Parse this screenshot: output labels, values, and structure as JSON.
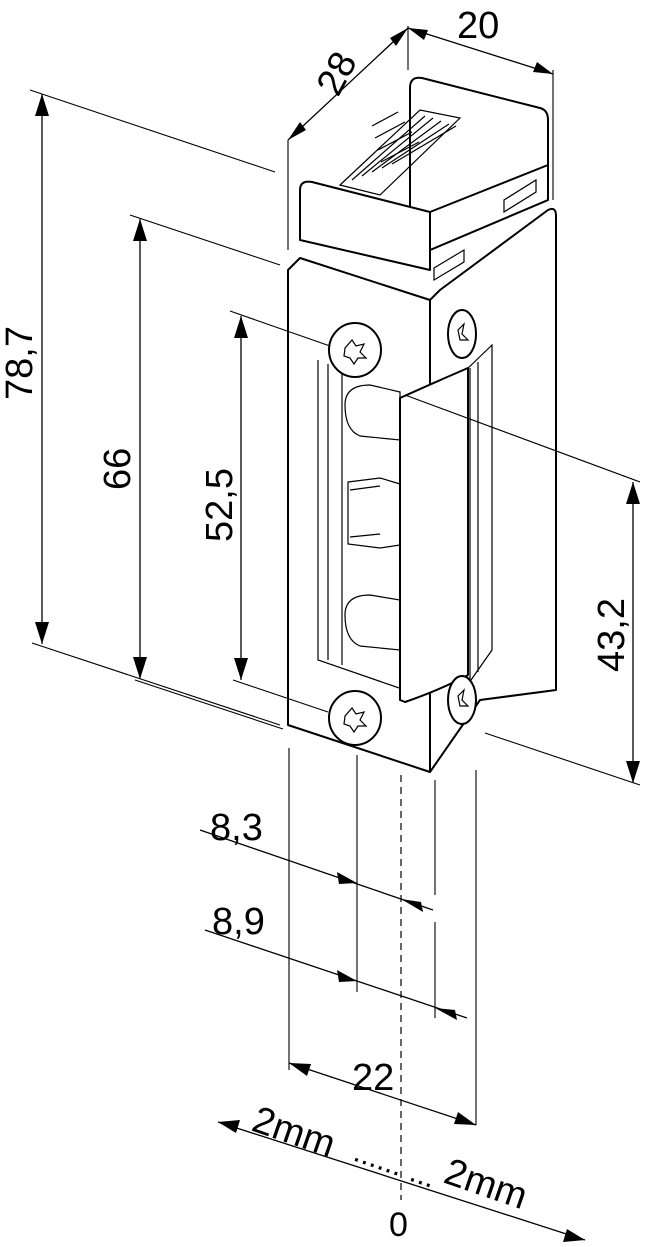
{
  "drawing": {
    "subject": "electric door strike, isometric view with dimensions",
    "units": "mm",
    "line_color": "#000000",
    "background": "#ffffff"
  },
  "dimensions": {
    "depth": "28",
    "width_top": "20",
    "height_total": "78,7",
    "height_faceplate": "66",
    "screw_spacing": "52,5",
    "latch_height": "43,2",
    "offset_a": "8,3",
    "offset_b": "8,9",
    "faceplate_width": "22",
    "adjust_left": "2mm",
    "adjust_right": "2mm",
    "adjust_dots_left": "......",
    "adjust_dots_right": "...",
    "adjust_zero": "0"
  }
}
